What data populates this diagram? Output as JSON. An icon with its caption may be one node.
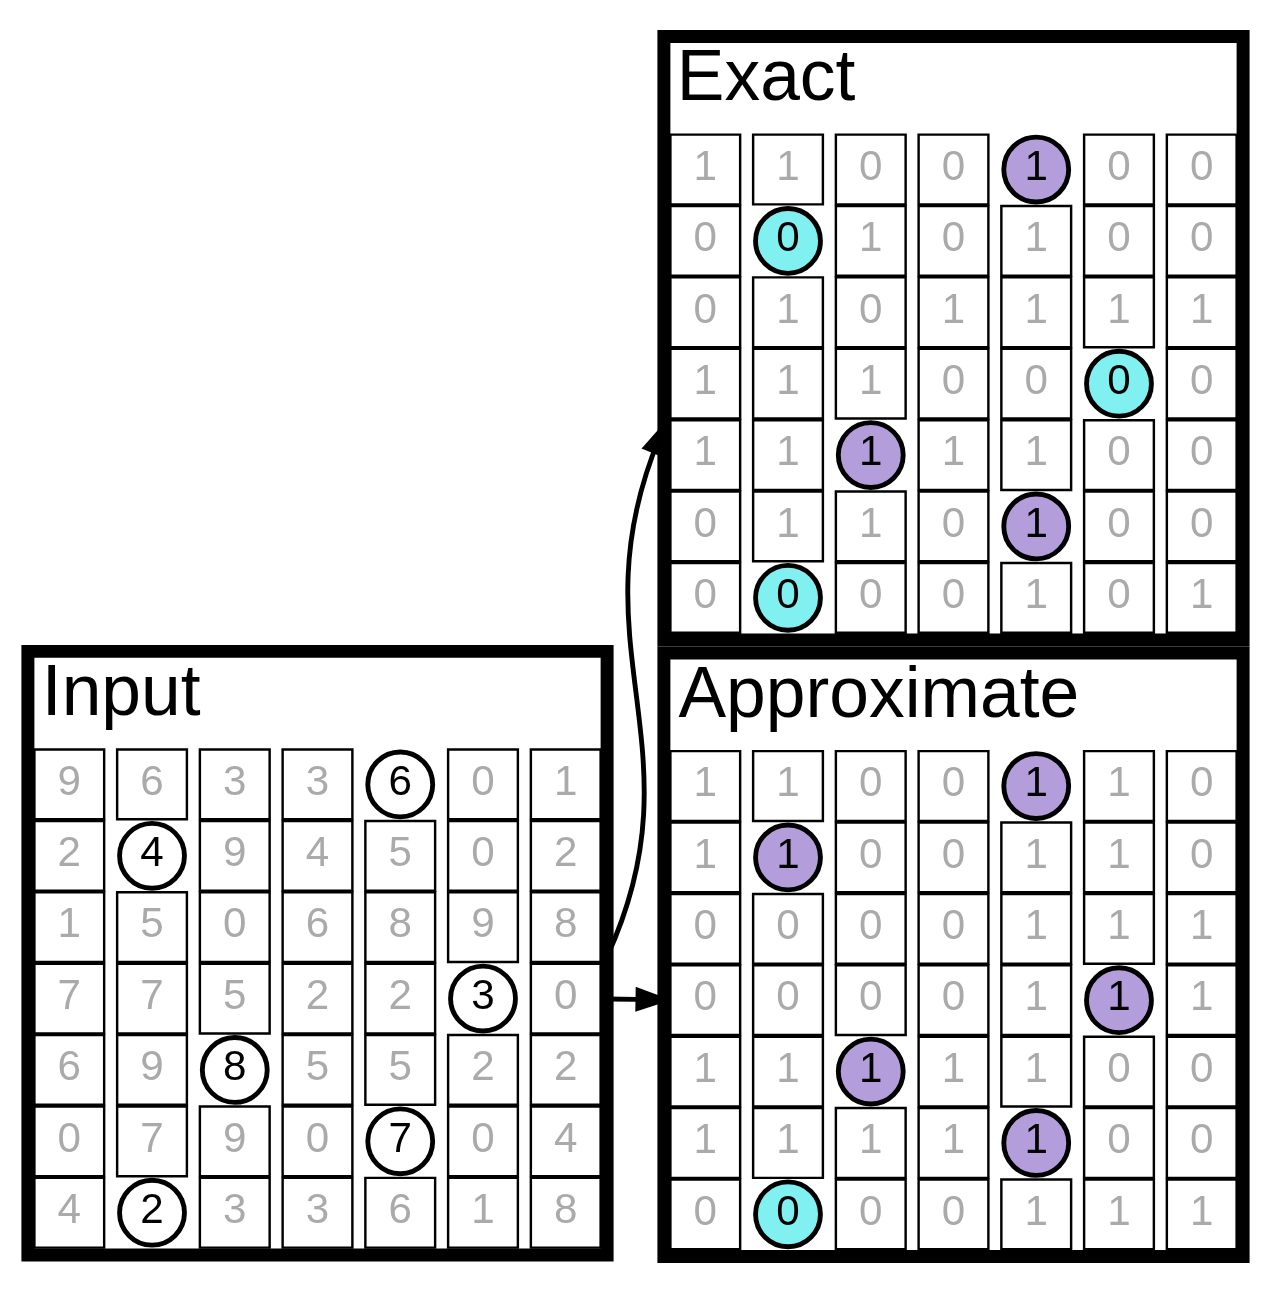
{
  "diagram": {
    "nodes": [
      {
        "text": [
          "Input"
        ]
      },
      {
        "text": [
          "9"
        ],
        "in": 0
      },
      {
        "text": [
          "6"
        ],
        "in": 0
      },
      {
        "text": [
          "3"
        ],
        "in": 0
      },
      {
        "text": [
          "3"
        ],
        "in": 0
      },
      {
        "text": [
          "6"
        ],
        "in": 0
      },
      {
        "text": [
          "0"
        ],
        "in": 0
      },
      {
        "text": [
          "1"
        ],
        "in": 0
      },
      {
        "text": [
          "2"
        ],
        "in": 0
      },
      {
        "text": [
          "4"
        ],
        "in": 0
      },
      {
        "text": [
          "9"
        ],
        "in": 0
      },
      {
        "text": [
          "4"
        ],
        "in": 0
      },
      {
        "text": [
          "5"
        ],
        "in": 0
      },
      {
        "text": [
          "0"
        ],
        "in": 0
      },
      {
        "text": [
          "2"
        ],
        "in": 0
      },
      {
        "text": [
          "1"
        ],
        "in": 0
      },
      {
        "text": [
          "5"
        ],
        "in": 0
      },
      {
        "text": [
          "0"
        ],
        "in": 0
      },
      {
        "text": [
          "6"
        ],
        "in": 0
      },
      {
        "text": [
          "8"
        ],
        "in": 0
      },
      {
        "text": [
          "9"
        ],
        "in": 0
      },
      {
        "text": [
          "8"
        ],
        "in": 0
      },
      {
        "text": [
          "7"
        ],
        "in": 0
      },
      {
        "text": [
          "7"
        ],
        "in": 0
      },
      {
        "text": [
          "5"
        ],
        "in": 0
      },
      {
        "text": [
          "2"
        ],
        "in": 0
      },
      {
        "text": [
          "2"
        ],
        "in": 0
      },
      {
        "text": [
          "3"
        ],
        "in": 0
      },
      {
        "text": [
          "0"
        ],
        "in": 0
      },
      {
        "text": [
          "6"
        ],
        "in": 0
      },
      {
        "text": [
          "9"
        ],
        "in": 0
      },
      {
        "text": [
          "8"
        ],
        "in": 0
      },
      {
        "text": [
          "5"
        ],
        "in": 0
      },
      {
        "text": [
          "5"
        ],
        "in": 0
      },
      {
        "text": [
          "2"
        ],
        "in": 0
      },
      {
        "text": [
          "2"
        ],
        "in": 0
      },
      {
        "text": [
          "0"
        ],
        "in": 0
      },
      {
        "text": [
          "7"
        ],
        "in": 0
      },
      {
        "text": [
          "9"
        ],
        "in": 0
      },
      {
        "text": [
          "0"
        ],
        "in": 0
      },
      {
        "text": [
          "7"
        ],
        "in": 0
      },
      {
        "text": [
          "0"
        ],
        "in": 0
      },
      {
        "text": [
          "4"
        ],
        "in": 0
      },
      {
        "text": [
          "4"
        ],
        "in": 0
      },
      {
        "text": [
          "2"
        ],
        "in": 0
      },
      {
        "text": [
          "3"
        ],
        "in": 0
      },
      {
        "text": [
          "3"
        ],
        "in": 0
      },
      {
        "text": [
          "6"
        ],
        "in": 0
      },
      {
        "text": [
          "1"
        ],
        "in": 0
      },
      {
        "text": [
          "8"
        ],
        "in": 0
      },
      {
        "text": [
          "Exact"
        ]
      },
      {
        "text": [
          "1"
        ],
        "in": 50
      },
      {
        "text": [
          "1"
        ],
        "in": 50
      },
      {
        "text": [
          "0"
        ],
        "in": 50
      },
      {
        "text": [
          "0"
        ],
        "in": 50
      },
      {
        "text": [
          "1"
        ],
        "in": 50
      },
      {
        "text": [
          "0"
        ],
        "in": 50
      },
      {
        "text": [
          "0"
        ],
        "in": 50
      },
      {
        "text": [
          "0"
        ],
        "in": 50
      },
      {
        "text": [
          "0"
        ],
        "in": 50
      },
      {
        "text": [
          "1"
        ],
        "in": 50
      },
      {
        "text": [
          "0"
        ],
        "in": 50
      },
      {
        "text": [
          "1"
        ],
        "in": 50
      },
      {
        "text": [
          "0"
        ],
        "in": 50
      },
      {
        "text": [
          "0"
        ],
        "in": 50
      },
      {
        "text": [
          "0"
        ],
        "in": 50
      },
      {
        "text": [
          "1"
        ],
        "in": 50
      },
      {
        "text": [
          "0"
        ],
        "in": 50
      },
      {
        "text": [
          "1"
        ],
        "in": 50
      },
      {
        "text": [
          "1"
        ],
        "in": 50
      },
      {
        "text": [
          "1"
        ],
        "in": 50
      },
      {
        "text": [
          "1"
        ],
        "in": 50
      },
      {
        "text": [
          "1"
        ],
        "in": 50
      },
      {
        "text": [
          "1"
        ],
        "in": 50
      },
      {
        "text": [
          "1"
        ],
        "in": 50
      },
      {
        "text": [
          "0"
        ],
        "in": 50
      },
      {
        "text": [
          "0"
        ],
        "in": 50
      },
      {
        "text": [
          "0"
        ],
        "in": 50
      },
      {
        "text": [
          "0"
        ],
        "in": 50
      },
      {
        "text": [
          "1"
        ],
        "in": 50
      },
      {
        "text": [
          "1"
        ],
        "in": 50
      },
      {
        "text": [
          "1"
        ],
        "in": 50
      },
      {
        "text": [
          "1"
        ],
        "in": 50
      },
      {
        "text": [
          "1"
        ],
        "in": 50
      },
      {
        "text": [
          "0"
        ],
        "in": 50
      },
      {
        "text": [
          "0"
        ],
        "in": 50
      },
      {
        "text": [
          "0"
        ],
        "in": 50
      },
      {
        "text": [
          "1"
        ],
        "in": 50
      },
      {
        "text": [
          "1"
        ],
        "in": 50
      },
      {
        "text": [
          "0"
        ],
        "in": 50
      },
      {
        "text": [
          "1"
        ],
        "in": 50
      },
      {
        "text": [
          "0"
        ],
        "in": 50
      },
      {
        "text": [
          "0"
        ],
        "in": 50
      },
      {
        "text": [
          "0"
        ],
        "in": 50
      },
      {
        "text": [
          "0"
        ],
        "in": 50
      },
      {
        "text": [
          "0"
        ],
        "in": 50
      },
      {
        "text": [
          "0"
        ],
        "in": 50
      },
      {
        "text": [
          "1"
        ],
        "in": 50
      },
      {
        "text": [
          "0"
        ],
        "in": 50
      },
      {
        "text": [
          "1"
        ],
        "in": 50
      },
      {
        "text": [
          "Approximate"
        ]
      },
      {
        "text": [
          "1"
        ],
        "in": 100
      },
      {
        "text": [
          "1"
        ],
        "in": 100
      },
      {
        "text": [
          "0"
        ],
        "in": 100
      },
      {
        "text": [
          "0"
        ],
        "in": 100
      },
      {
        "text": [
          "1"
        ],
        "in": 100
      },
      {
        "text": [
          "1"
        ],
        "in": 100
      },
      {
        "text": [
          "0"
        ],
        "in": 100
      },
      {
        "text": [
          "1"
        ],
        "in": 100
      },
      {
        "text": [
          "1"
        ],
        "in": 100
      },
      {
        "text": [
          "0"
        ],
        "in": 100
      },
      {
        "text": [
          "0"
        ],
        "in": 100
      },
      {
        "text": [
          "1"
        ],
        "in": 100
      },
      {
        "text": [
          "1"
        ],
        "in": 100
      },
      {
        "text": [
          "0"
        ],
        "in": 100
      },
      {
        "text": [
          "0"
        ],
        "in": 100
      },
      {
        "text": [
          "0"
        ],
        "in": 100
      },
      {
        "text": [
          "0"
        ],
        "in": 100
      },
      {
        "text": [
          "0"
        ],
        "in": 100
      },
      {
        "text": [
          "1"
        ],
        "in": 100
      },
      {
        "text": [
          "1"
        ],
        "in": 100
      },
      {
        "text": [
          "1"
        ],
        "in": 100
      },
      {
        "text": [
          "0"
        ],
        "in": 100
      },
      {
        "text": [
          "0"
        ],
        "in": 100
      },
      {
        "text": [
          "0"
        ],
        "in": 100
      },
      {
        "text": [
          "0"
        ],
        "in": 100
      },
      {
        "text": [
          "1"
        ],
        "in": 100
      },
      {
        "text": [
          "1"
        ],
        "in": 100
      },
      {
        "text": [
          "1"
        ],
        "in": 100
      },
      {
        "text": [
          "1"
        ],
        "in": 100
      },
      {
        "text": [
          "1"
        ],
        "in": 100
      },
      {
        "text": [
          "1"
        ],
        "in": 100
      },
      {
        "text": [
          "1"
        ],
        "in": 100
      },
      {
        "text": [
          "1"
        ],
        "in": 100
      },
      {
        "text": [
          "0"
        ],
        "in": 100
      },
      {
        "text": [
          "0"
        ],
        "in": 100
      },
      {
        "text": [
          "1"
        ],
        "in": 100
      },
      {
        "text": [
          "1"
        ],
        "in": 100
      },
      {
        "text": [
          "1"
        ],
        "in": 100
      },
      {
        "text": [
          "1"
        ],
        "in": 100
      },
      {
        "text": [
          "1"
        ],
        "in": 100
      },
      {
        "text": [
          "0"
        ],
        "in": 100
      },
      {
        "text": [
          "0"
        ],
        "in": 100
      },
      {
        "text": [
          "0"
        ],
        "in": 100
      },
      {
        "text": [
          "0"
        ],
        "in": 100
      },
      {
        "text": [
          "0"
        ],
        "in": 100
      },
      {
        "text": [
          "0"
        ],
        "in": 100
      },
      {
        "text": [
          "1"
        ],
        "in": 100
      },
      {
        "text": [
          "1"
        ],
        "in": 100
      },
      {
        "text": [
          "1"
        ],
        "in": 100
      }
    ],
    "edges": [
      {
        "from": 0,
        "to": 50,
        "arrow": "to"
      },
      {
        "from": 0,
        "to": 100,
        "arrow": "to"
      }
    ]
  }
}
